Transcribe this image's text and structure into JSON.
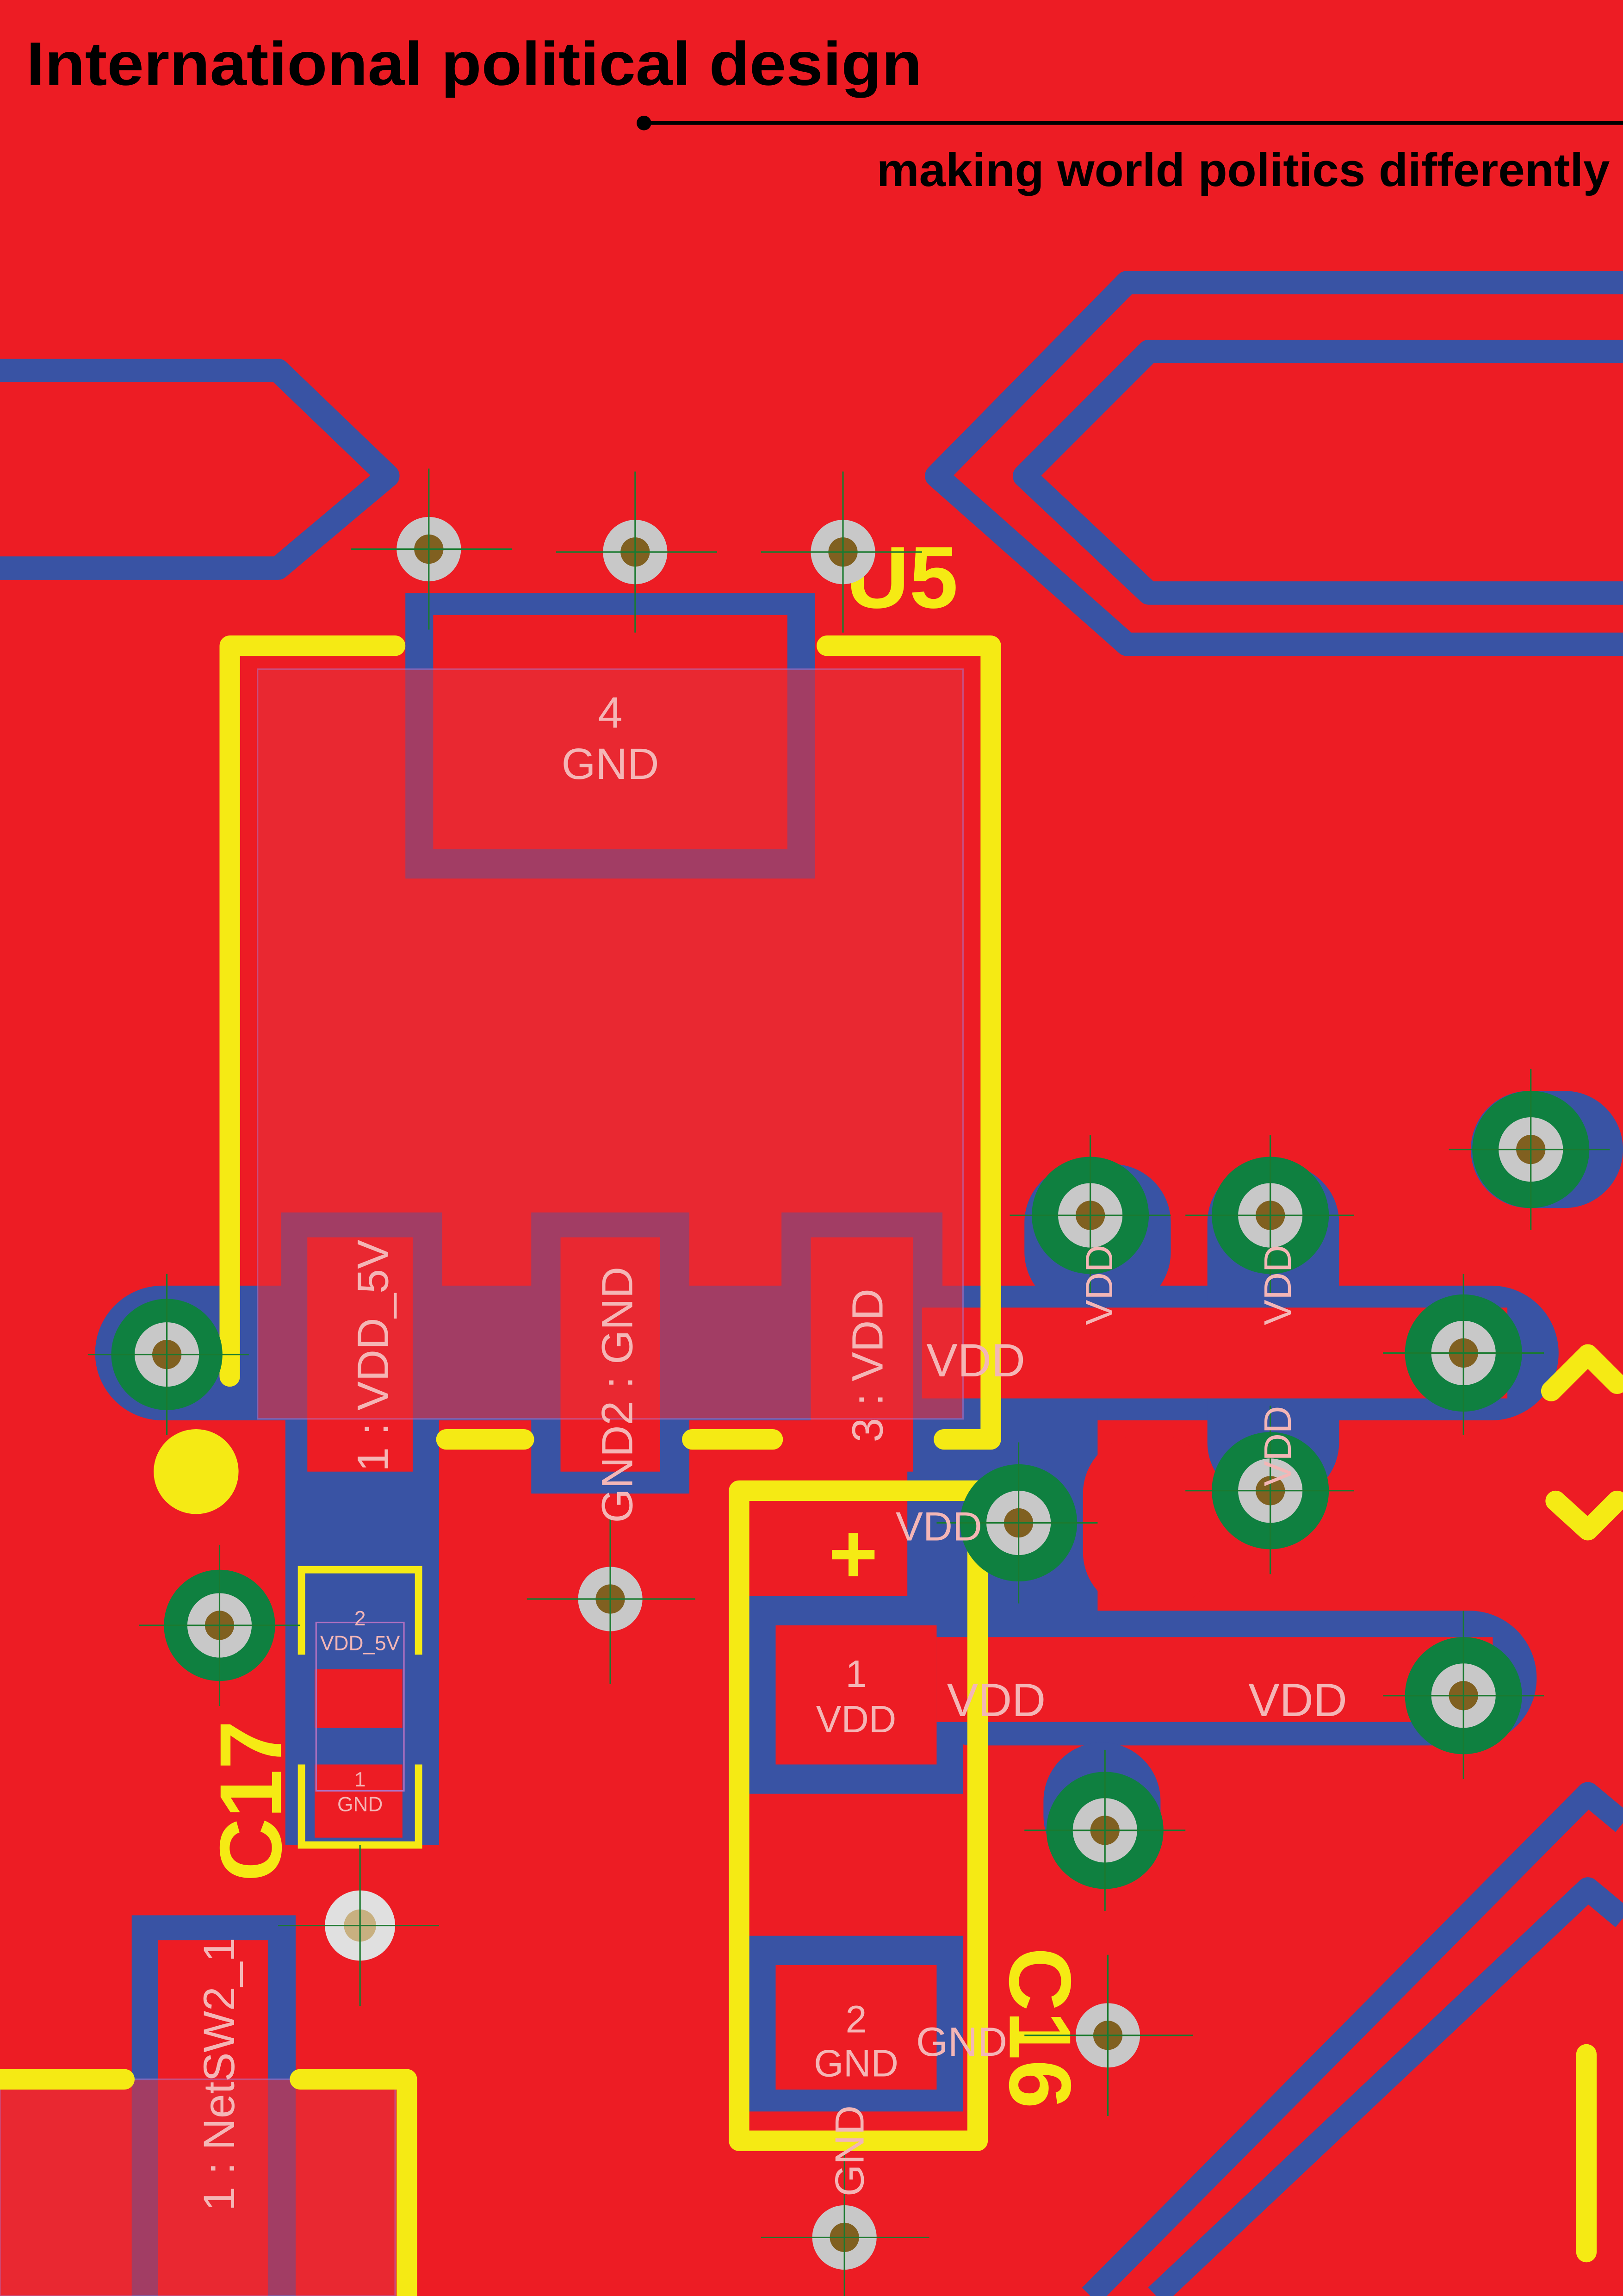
{
  "header": {
    "title": "International political design",
    "subtitle": "making world politics differently"
  },
  "pcb": {
    "designators": {
      "u5": "U5",
      "c17": "C17",
      "c16": "C16",
      "plus": "+"
    },
    "pad_labels": {
      "u5_pad4_num": "4",
      "u5_pad4_net": "GND",
      "u5_pin1": "1 : VDD_5V",
      "u5_pin_gnd2": "GND2 : GND",
      "u5_pin3": "3 : VDD",
      "c17_pad2_num": "2",
      "c17_pad2_net": "VDD_5V",
      "c17_pad1_num": "1",
      "c17_pad1_net": "GND",
      "c16_pad1_num": "1",
      "c16_pad1_net": "VDD",
      "c16_pad2_num": "2",
      "c16_pad2_net": "GND",
      "sw2_pin1": "1 : NetSW2_1",
      "trace_vdd_1": "VDD",
      "trace_vdd_2": "VDD",
      "trace_vdd_3": "VDD",
      "trace_vdd_4": "VDD",
      "trace_vdd_5": "VDD",
      "trace_vdd_6": "VDD",
      "trace_vdd_7": "VDD",
      "trace_gnd_1": "GND",
      "trace_gnd_2": "GND"
    },
    "colors": {
      "board": "#ed1c24",
      "copper_clearance": "#3953a4",
      "silkscreen": "#f5ea14",
      "via_ring": "#0f8040",
      "via_pad": "#c8c8c8",
      "via_hole": "#806020"
    }
  }
}
